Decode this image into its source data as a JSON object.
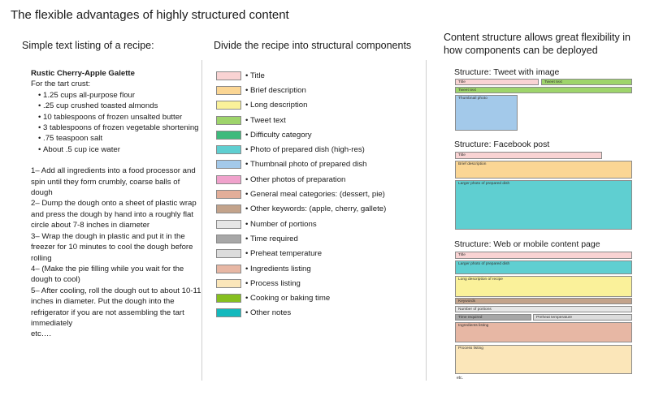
{
  "main_title": "The flexible advantages of highly structured content",
  "col1": {
    "heading": "Simple text listing of a recipe:",
    "recipe_title": "Rustic Cherry-Apple Galette",
    "crust_intro": "For the tart crust:",
    "ingredients": [
      "1.25 cups all-purpose flour",
      ".25 cup crushed toasted almonds",
      "10 tablespoons of frozen unsalted butter",
      "3 tablespoons of frozen vegetable shortening",
      ".75 teaspoon salt",
      "About .5 cup ice water"
    ],
    "steps": [
      "1– Add all ingredients into a food processor and spin until they form crumbly, coarse balls of dough",
      "2– Dump the dough onto a sheet of plastic wrap and press the dough by hand into a roughly flat circle about 7-8 inches in diameter",
      "3– Wrap the dough in plastic and put it in the freezer for 10 minutes to cool the dough before rolling",
      "4– (Make the pie filling while you wait for the dough to cool)",
      "5– After cooling, roll the dough out to about 10-11 inches in diameter. Put the dough into the refrigerator if you are not assembling the tart immediately",
      "etc…."
    ]
  },
  "col2": {
    "heading": "Divide the recipe into structural components",
    "legend": [
      {
        "label": "Title",
        "color": "#f9d3d3"
      },
      {
        "label": "Brief description",
        "color": "#fbd694"
      },
      {
        "label": "Long description",
        "color": "#faf19a"
      },
      {
        "label": "Tweet text",
        "color": "#9ed46b"
      },
      {
        "label": "Difficulty category",
        "color": "#3dba7c"
      },
      {
        "label": "Photo of prepared dish (high-res)",
        "color": "#5fcfd1"
      },
      {
        "label": "Thumbnail photo of prepared dish",
        "color": "#a3c9ea"
      },
      {
        "label": "Other photos of preparation",
        "color": "#f0a2cc"
      },
      {
        "label": "General meal categories: (dessert, pie)",
        "color": "#e3ae99"
      },
      {
        "label": "Other keywords: (apple, cherry, gallete)",
        "color": "#c3a38b"
      },
      {
        "label": "Number of portions",
        "color": "#e6e6e6"
      },
      {
        "label": "Time required",
        "color": "#a7a7a7"
      },
      {
        "label": "Preheat temperature",
        "color": "#dcdcdc"
      },
      {
        "label": "Ingredients listing",
        "color": "#e7b7a4"
      },
      {
        "label": "Process listing",
        "color": "#fbe6b9"
      },
      {
        "label": "Cooking or baking time",
        "color": "#86bf1f"
      },
      {
        "label": "Other notes",
        "color": "#13b9bd"
      }
    ]
  },
  "col3": {
    "heading": "Content structure allows great flexibility in how components can be deployed",
    "tweet": {
      "title": "Structure: Tweet with image",
      "blocks": {
        "title": "Title",
        "tweet_text_right": "Tweet text",
        "tweet_text": "Tweet text",
        "thumbnail": "Thumbnail photo"
      }
    },
    "facebook": {
      "title": "Structure: Facebook post",
      "blocks": {
        "title": "Title",
        "brief": "Brief description",
        "larger_photo": "Larger photo of prepared dish"
      }
    },
    "web": {
      "title": "Structure: Web or mobile content page",
      "blocks": {
        "title": "Title",
        "larger_photo": "Larger photo of prepared dish",
        "long_desc": "Long description of recipe",
        "keywords": "Keywords",
        "portions": "Number of portions",
        "time": "Time required",
        "preheat": "Preheat temperature",
        "ingredients": "Ingredients listing",
        "process": "Process listing",
        "etc": "etc."
      }
    }
  },
  "colors": {
    "title": "#f9d3d3",
    "brief": "#fbd694",
    "long": "#faf19a",
    "tweet": "#9ed46b",
    "photo": "#5fcfd1",
    "thumb": "#a3c9ea",
    "keywords": "#c3a38b",
    "portions": "#e6e6e6",
    "time": "#a7a7a7",
    "preheat": "#dcdcdc",
    "ingredients": "#e7b7a4",
    "process": "#fbe6b9"
  }
}
